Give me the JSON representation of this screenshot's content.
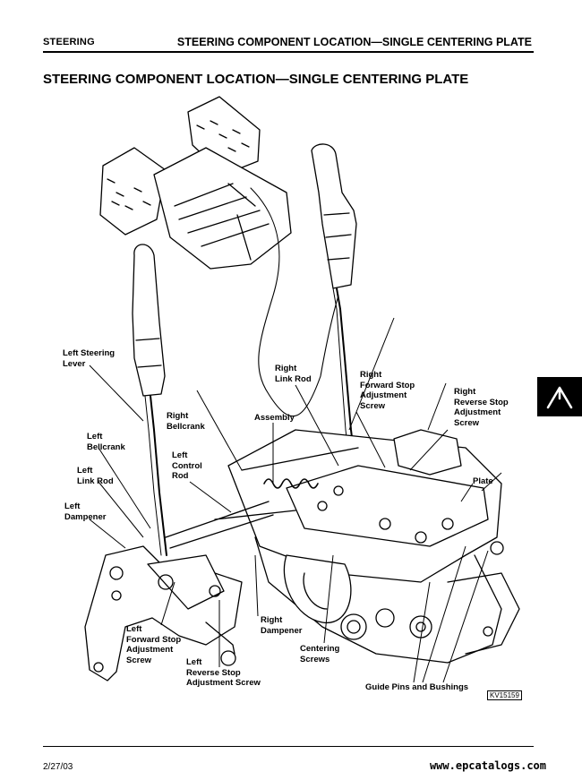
{
  "header": {
    "section": "STEERING",
    "title": "STEERING COMPONENT LOCATION—SINGLE CENTERING PLATE"
  },
  "page_title": "STEERING COMPONENT LOCATION—SINGLE CENTERING PLATE",
  "labels": [
    {
      "id": "left-steering-lever",
      "text": "Left Steering\nLever"
    },
    {
      "id": "left-bellcrank",
      "text": "Left\nBellcrank"
    },
    {
      "id": "left-link-rod",
      "text": "Left\nLink Rod"
    },
    {
      "id": "left-dampener",
      "text": "Left\nDampener"
    },
    {
      "id": "right-bellcrank",
      "text": "Right\nBellcrank"
    },
    {
      "id": "left-control-rod",
      "text": "Left\nControl\nRod"
    },
    {
      "id": "assembly",
      "text": "Assembly"
    },
    {
      "id": "right-link-rod",
      "text": "Right\nLink Rod"
    },
    {
      "id": "right-forward-stop",
      "text": "Right\nForward Stop\nAdjustment\nScrew"
    },
    {
      "id": "right-reverse-stop",
      "text": "Right\nReverse Stop\nAdjustment\nScrew"
    },
    {
      "id": "plate",
      "text": "Plate"
    },
    {
      "id": "left-forward-stop",
      "text": "Left\nForward Stop\nAdjustment\nScrew"
    },
    {
      "id": "left-reverse-stop",
      "text": "Left\nReverse Stop\nAdjustment Screw"
    },
    {
      "id": "right-dampener",
      "text": "Right\nDampener"
    },
    {
      "id": "centering-screws",
      "text": "Centering\nScrews"
    },
    {
      "id": "guide-pins",
      "text": "Guide Pins and Bushings"
    }
  ],
  "figure_id": "KV15159",
  "footer": {
    "date": "2/27/03",
    "url": "www.epcatalogs.com"
  }
}
